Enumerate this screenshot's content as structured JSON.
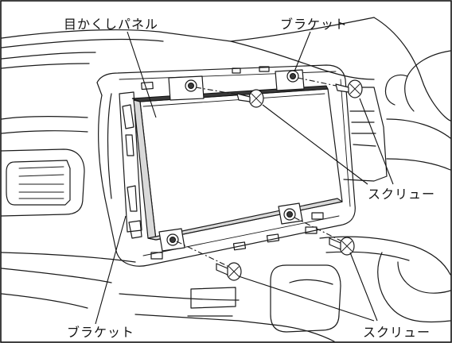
{
  "labels": {
    "cover_panel": "目かくしパネル",
    "bracket_top": "ブラケット",
    "screw_right": "スクリュー",
    "bracket_bottom": "ブラケット",
    "screw_bottom": "スクリュー"
  }
}
